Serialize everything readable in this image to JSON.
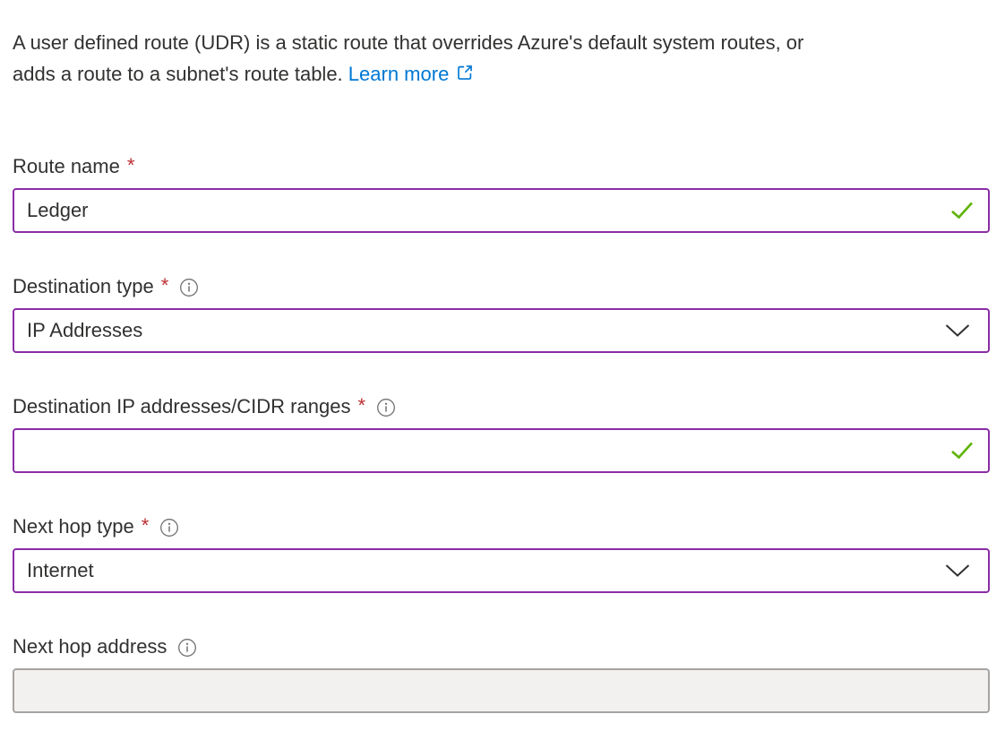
{
  "description": {
    "line1": "A user defined route (UDR) is a static route that overrides Azure's default system routes, or",
    "line2": "adds a route to a subnet's route table.",
    "link_label": "Learn more"
  },
  "required_marker": "*",
  "fields": {
    "route_name": {
      "label": "Route name",
      "required": true,
      "value": "Ledger",
      "validation": "valid"
    },
    "destination_type": {
      "label": "Destination type",
      "required": true,
      "has_info": true,
      "selected_option": "IP Addresses"
    },
    "destination_ip_ranges": {
      "label": "Destination IP addresses/CIDR ranges",
      "required": true,
      "has_info": true,
      "value": "",
      "validation": "valid"
    },
    "next_hop_type": {
      "label": "Next hop type",
      "required": true,
      "has_info": true,
      "selected_option": "Internet"
    },
    "next_hop_address": {
      "label": "Next hop address",
      "required": false,
      "has_info": true,
      "value": "",
      "disabled": true
    }
  },
  "colors": {
    "text": "#323130",
    "link_blue": "#0078D4",
    "accent_purple": "#8A2DA5",
    "valid_green": "#5DB300",
    "required_red": "#BC2F32",
    "info_gray": "#707070",
    "disabled_bg": "#F2F1F0",
    "disabled_border": "#A6A4A2"
  }
}
